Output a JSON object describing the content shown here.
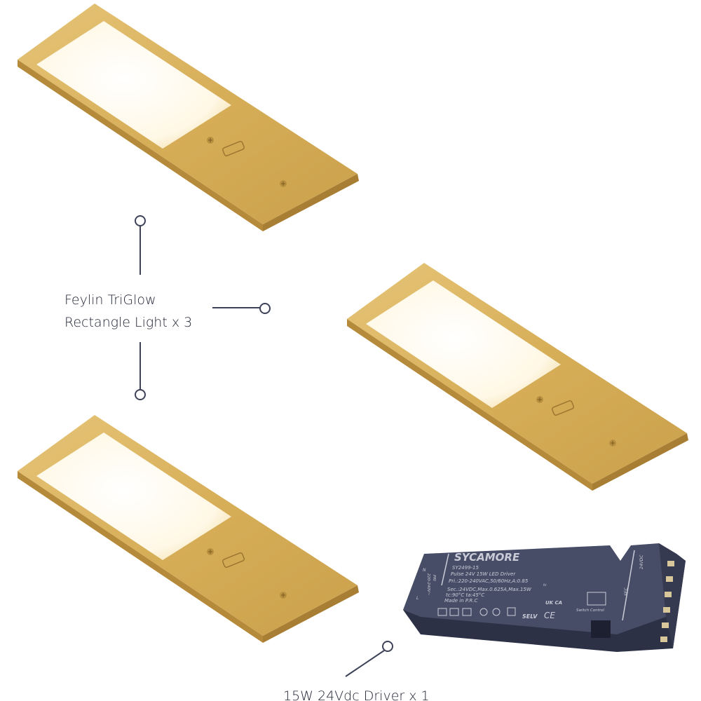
{
  "callouts": {
    "lights_line1": "Feylin TriGlow",
    "lights_line2": "Rectangle Light x 3",
    "driver": "15W 24Vdc Driver x 1"
  },
  "driver": {
    "brand": "SYCAMORE",
    "model": "SY2499-15",
    "name": "Pulse 24V 15W LED Driver",
    "primary": "Pri.:220-240VAC,50/60Hz,A:0.85",
    "secondary": "Sec.:24VDC,Max.0.625A,Max.15W",
    "temps": "tc:90°C  ta:45°C",
    "origin": "Made in P.R.C",
    "tc": "tc",
    "selv": "SELV",
    "ce": "CE",
    "ukca": "UK CA",
    "switch_control": "Switch Control",
    "sec": "SEC",
    "vdc": "24VDC",
    "pri": "PRI",
    "input": "220-240V~",
    "n": "N",
    "l": "L"
  },
  "colors": {
    "gold": "#d9b25c",
    "gold_edge": "#b98d3c",
    "glow": "#fffbef",
    "driver_top": "#474d66",
    "driver_side": "#2c3145",
    "callout": "#3d4259"
  }
}
